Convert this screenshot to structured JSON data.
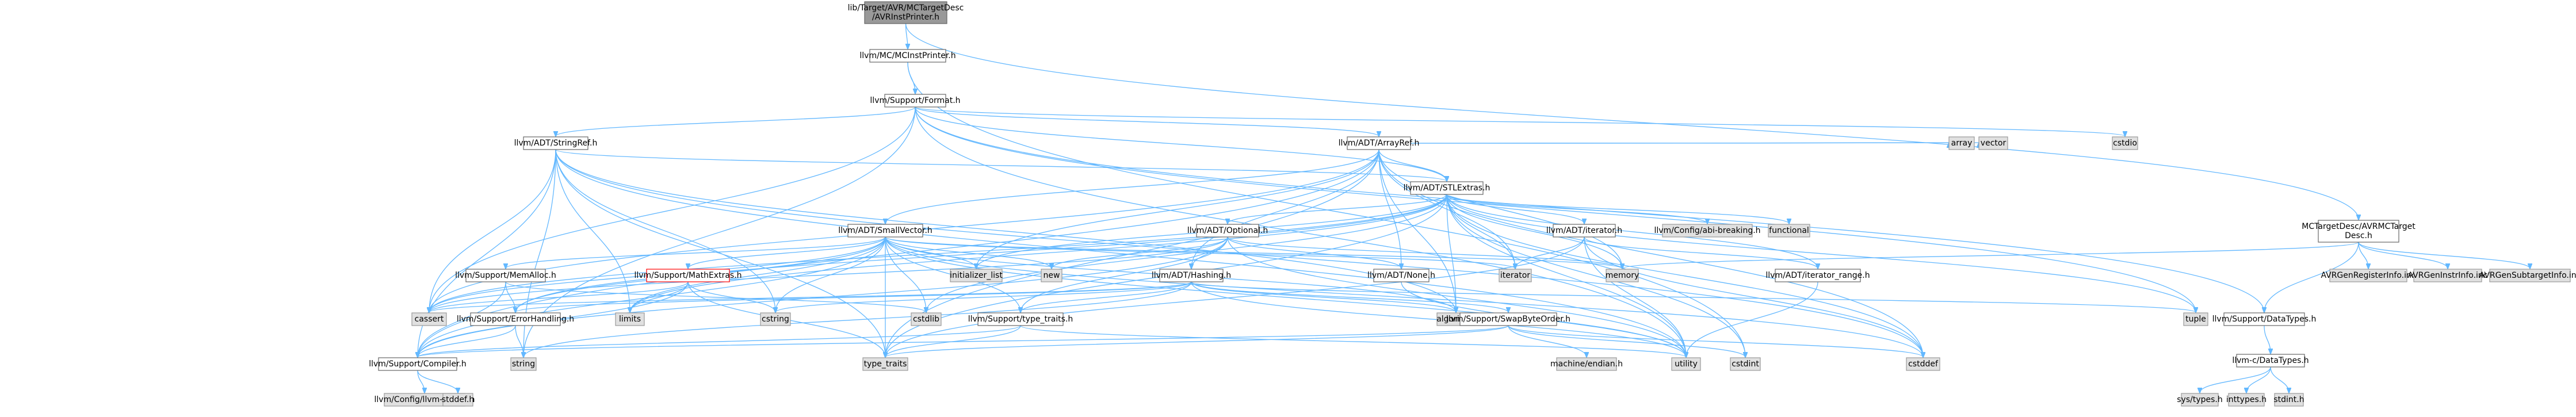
{
  "colors": {
    "root_fill": "#999999",
    "node_fill": "#ffffff",
    "node_border": "#666666",
    "system_fill": "#e0e0e0",
    "system_border": "#999999",
    "red_border": "#ff0000",
    "edge": "#63b8ff",
    "edge_gray": "#999999"
  },
  "nodes": [
    {
      "id": "root",
      "lines": [
        "lib/Target/AVR/MCTargetDesc",
        "/AVRInstPrinter.h"
      ],
      "style": "root"
    },
    {
      "id": "mcinstprinter",
      "lines": [
        "llvm/MC/MCInstPrinter.h"
      ],
      "style": "normal"
    },
    {
      "id": "format",
      "lines": [
        "llvm/Support/Format.h"
      ],
      "style": "normal"
    },
    {
      "id": "mctargetdesc",
      "lines": [
        "MCTargetDesc/AVRMCTarget",
        "Desc.h"
      ],
      "style": "normal"
    },
    {
      "id": "stringref",
      "lines": [
        "llvm/ADT/StringRef.h"
      ],
      "style": "normal"
    },
    {
      "id": "arrayref",
      "lines": [
        "llvm/ADT/ArrayRef.h"
      ],
      "style": "normal"
    },
    {
      "id": "cstdio",
      "lines": [
        "cstdio"
      ],
      "style": "system"
    },
    {
      "id": "array",
      "lines": [
        "array"
      ],
      "style": "system"
    },
    {
      "id": "vector",
      "lines": [
        "vector"
      ],
      "style": "system"
    },
    {
      "id": "stlextras",
      "lines": [
        "llvm/ADT/STLExtras.h"
      ],
      "style": "normal"
    },
    {
      "id": "smallvector",
      "lines": [
        "llvm/ADT/SmallVector.h"
      ],
      "style": "normal"
    },
    {
      "id": "optional",
      "lines": [
        "llvm/ADT/Optional.h"
      ],
      "style": "normal"
    },
    {
      "id": "iteratorh",
      "lines": [
        "llvm/ADT/iterator.h"
      ],
      "style": "normal"
    },
    {
      "id": "abibreaking",
      "lines": [
        "llvm/Config/abi-breaking.h"
      ],
      "style": "system"
    },
    {
      "id": "functional",
      "lines": [
        "functional"
      ],
      "style": "system"
    },
    {
      "id": "avrregister",
      "lines": [
        "AVRGenRegisterInfo.inc"
      ],
      "style": "system"
    },
    {
      "id": "avrinstr",
      "lines": [
        "AVRGenInstrInfo.inc"
      ],
      "style": "system"
    },
    {
      "id": "avrsubtarget",
      "lines": [
        "AVRGenSubtargetInfo.inc"
      ],
      "style": "system"
    },
    {
      "id": "memalloc",
      "lines": [
        "llvm/Support/MemAlloc.h"
      ],
      "style": "normal"
    },
    {
      "id": "mathextras",
      "lines": [
        "llvm/Support/MathExtras.h"
      ],
      "style": "red"
    },
    {
      "id": "initlist",
      "lines": [
        "initializer_list"
      ],
      "style": "system"
    },
    {
      "id": "new",
      "lines": [
        "new"
      ],
      "style": "system"
    },
    {
      "id": "hashing",
      "lines": [
        "llvm/ADT/Hashing.h"
      ],
      "style": "normal"
    },
    {
      "id": "none",
      "lines": [
        "llvm/ADT/None.h"
      ],
      "style": "normal"
    },
    {
      "id": "iterator",
      "lines": [
        "iterator"
      ],
      "style": "system"
    },
    {
      "id": "memory",
      "lines": [
        "memory"
      ],
      "style": "system"
    },
    {
      "id": "iterrange",
      "lines": [
        "llvm/ADT/iterator_range.h"
      ],
      "style": "normal"
    },
    {
      "id": "cassert",
      "lines": [
        "cassert"
      ],
      "style": "system"
    },
    {
      "id": "limits",
      "lines": [
        "limits"
      ],
      "style": "system"
    },
    {
      "id": "errorhandling",
      "lines": [
        "llvm/Support/ErrorHandling.h"
      ],
      "style": "normal"
    },
    {
      "id": "cstring",
      "lines": [
        "cstring"
      ],
      "style": "system"
    },
    {
      "id": "cstdlib",
      "lines": [
        "cstdlib"
      ],
      "style": "system"
    },
    {
      "id": "typetraits_llvm",
      "lines": [
        "llvm/Support/type_traits.h"
      ],
      "style": "normal"
    },
    {
      "id": "algorithm",
      "lines": [
        "algorithm"
      ],
      "style": "system"
    },
    {
      "id": "swapbyteorder",
      "lines": [
        "llvm/Support/SwapByteOrder.h"
      ],
      "style": "normal"
    },
    {
      "id": "tuple",
      "lines": [
        "tuple"
      ],
      "style": "system"
    },
    {
      "id": "datatypes",
      "lines": [
        "llvm/Support/DataTypes.h"
      ],
      "style": "normal"
    },
    {
      "id": "compiler",
      "lines": [
        "llvm/Support/Compiler.h"
      ],
      "style": "normal"
    },
    {
      "id": "string",
      "lines": [
        "string"
      ],
      "style": "system"
    },
    {
      "id": "type_traits",
      "lines": [
        "type_traits"
      ],
      "style": "system"
    },
    {
      "id": "machineendian",
      "lines": [
        "machine/endian.h"
      ],
      "style": "system"
    },
    {
      "id": "utility",
      "lines": [
        "utility"
      ],
      "style": "system"
    },
    {
      "id": "cstdint",
      "lines": [
        "cstdint"
      ],
      "style": "system"
    },
    {
      "id": "cstddef",
      "lines": [
        "cstddef"
      ],
      "style": "system"
    },
    {
      "id": "llvmc_datatypes",
      "lines": [
        "llvm-c/DataTypes.h"
      ],
      "style": "normal"
    },
    {
      "id": "llvmconfig",
      "lines": [
        "llvm/Config/llvm-config.h"
      ],
      "style": "system"
    },
    {
      "id": "stddef",
      "lines": [
        "stddef.h"
      ],
      "style": "system"
    },
    {
      "id": "systypes",
      "lines": [
        "sys/types.h"
      ],
      "style": "system"
    },
    {
      "id": "inttypes",
      "lines": [
        "inttypes.h"
      ],
      "style": "system"
    },
    {
      "id": "stdint",
      "lines": [
        "stdint.h"
      ],
      "style": "system"
    }
  ],
  "edges": [
    [
      "root",
      "mcinstprinter"
    ],
    [
      "root",
      "mctargetdesc"
    ],
    [
      "mcinstprinter",
      "format"
    ],
    [
      "mcinstprinter",
      "cstdint"
    ],
    [
      "format",
      "stringref"
    ],
    [
      "format",
      "arrayref"
    ],
    [
      "format",
      "stlextras"
    ],
    [
      "format",
      "cstdio"
    ],
    [
      "format",
      "datatypes"
    ],
    [
      "format",
      "cassert"
    ],
    [
      "format",
      "string"
    ],
    [
      "format",
      "tuple"
    ],
    [
      "format",
      "utility"
    ],
    [
      "mctargetdesc",
      "datatypes"
    ],
    [
      "mctargetdesc",
      "memory"
    ],
    [
      "mctargetdesc",
      "avrregister"
    ],
    [
      "mctargetdesc",
      "avrinstr"
    ],
    [
      "mctargetdesc",
      "avrsubtarget"
    ],
    [
      "stringref",
      "stlextras"
    ],
    [
      "stringref",
      "compiler"
    ],
    [
      "stringref",
      "algorithm"
    ],
    [
      "stringref",
      "cassert"
    ],
    [
      "stringref",
      "cstddef"
    ],
    [
      "stringref",
      "cstring"
    ],
    [
      "stringref",
      "limits"
    ],
    [
      "stringref",
      "string"
    ],
    [
      "stringref",
      "type_traits"
    ],
    [
      "stringref",
      "utility"
    ],
    [
      "arrayref",
      "hashing"
    ],
    [
      "arrayref",
      "none"
    ],
    [
      "arrayref",
      "smallvector"
    ],
    [
      "arrayref",
      "stlextras"
    ],
    [
      "arrayref",
      "compiler"
    ],
    [
      "arrayref",
      "algorithm"
    ],
    [
      "arrayref",
      "array"
    ],
    [
      "arrayref",
      "cassert"
    ],
    [
      "arrayref",
      "cstddef"
    ],
    [
      "arrayref",
      "initlist"
    ],
    [
      "arrayref",
      "iterator"
    ],
    [
      "arrayref",
      "memory"
    ],
    [
      "arrayref",
      "type_traits"
    ],
    [
      "arrayref",
      "vector"
    ],
    [
      "stlextras",
      "optional"
    ],
    [
      "stlextras",
      "iterrange"
    ],
    [
      "stlextras",
      "iteratorh"
    ],
    [
      "stlextras",
      "abibreaking"
    ],
    [
      "stlextras",
      "errorhandling"
    ],
    [
      "stlextras",
      "functional"
    ],
    [
      "stlextras",
      "algorithm"
    ],
    [
      "stlextras",
      "cassert"
    ],
    [
      "stlextras",
      "cstddef"
    ],
    [
      "stlextras",
      "cstdint"
    ],
    [
      "stlextras",
      "cstdlib"
    ],
    [
      "stlextras",
      "initlist"
    ],
    [
      "stlextras",
      "iterator"
    ],
    [
      "stlextras",
      "limits"
    ],
    [
      "stlextras",
      "memory"
    ],
    [
      "stlextras",
      "tuple"
    ],
    [
      "stlextras",
      "type_traits"
    ],
    [
      "stlextras",
      "utility"
    ],
    [
      "smallvector",
      "compiler"
    ],
    [
      "smallvector",
      "errorhandling"
    ],
    [
      "smallvector",
      "mathextras"
    ],
    [
      "smallvector",
      "memalloc"
    ],
    [
      "smallvector",
      "typetraits_llvm"
    ],
    [
      "smallvector",
      "algorithm"
    ],
    [
      "smallvector",
      "cassert"
    ],
    [
      "smallvector",
      "cstddef"
    ],
    [
      "smallvector",
      "cstdlib"
    ],
    [
      "smallvector",
      "cstring"
    ],
    [
      "smallvector",
      "initlist"
    ],
    [
      "smallvector",
      "iterator"
    ],
    [
      "smallvector",
      "limits"
    ],
    [
      "smallvector",
      "memory"
    ],
    [
      "smallvector",
      "new"
    ],
    [
      "smallvector",
      "type_traits"
    ],
    [
      "smallvector",
      "utility"
    ],
    [
      "optional",
      "hashing"
    ],
    [
      "optional",
      "none"
    ],
    [
      "optional",
      "compiler"
    ],
    [
      "optional",
      "typetraits_llvm"
    ],
    [
      "optional",
      "cassert"
    ],
    [
      "optional",
      "memory"
    ],
    [
      "optional",
      "new"
    ],
    [
      "optional",
      "utility"
    ],
    [
      "iteratorh",
      "iterrange"
    ],
    [
      "iteratorh",
      "cstddef"
    ],
    [
      "iteratorh",
      "iterator"
    ],
    [
      "iteratorh",
      "type_traits"
    ],
    [
      "iteratorh",
      "utility"
    ],
    [
      "memalloc",
      "compiler"
    ],
    [
      "memalloc",
      "errorhandling"
    ],
    [
      "memalloc",
      "cstdlib"
    ],
    [
      "mathextras",
      "compiler"
    ],
    [
      "mathextras",
      "cassert"
    ],
    [
      "mathextras",
      "climits"
    ],
    [
      "mathextras",
      "cstring"
    ],
    [
      "mathextras",
      "limits"
    ],
    [
      "mathextras",
      "type_traits"
    ],
    [
      "hashing",
      "errorhandling"
    ],
    [
      "hashing",
      "swapbyteorder"
    ],
    [
      "hashing",
      "typetraits_llvm"
    ],
    [
      "hashing",
      "algorithm"
    ],
    [
      "hashing",
      "cassert"
    ],
    [
      "hashing",
      "cstring"
    ],
    [
      "hashing",
      "string"
    ],
    [
      "hashing",
      "tuple"
    ],
    [
      "hashing",
      "utility"
    ],
    [
      "none",
      "utility"
    ],
    [
      "iterrange",
      "utility"
    ],
    [
      "errorhandling",
      "compiler"
    ],
    [
      "errorhandling",
      "string"
    ],
    [
      "typetraits_llvm",
      "compiler"
    ],
    [
      "typetraits_llvm",
      "type_traits"
    ],
    [
      "typetraits_llvm",
      "utility"
    ],
    [
      "swapbyteorder",
      "compiler"
    ],
    [
      "swapbyteorder",
      "cstddef"
    ],
    [
      "swapbyteorder",
      "cstdint"
    ],
    [
      "swapbyteorder",
      "type_traits"
    ],
    [
      "swapbyteorder",
      "machineendian"
    ],
    [
      "datatypes",
      "llvmc_datatypes"
    ],
    [
      "compiler",
      "llvmconfig"
    ],
    [
      "compiler",
      "stddef"
    ],
    [
      "llvmc_datatypes",
      "systypes"
    ],
    [
      "llvmc_datatypes",
      "inttypes"
    ],
    [
      "llvmc_datatypes",
      "stdint"
    ]
  ]
}
